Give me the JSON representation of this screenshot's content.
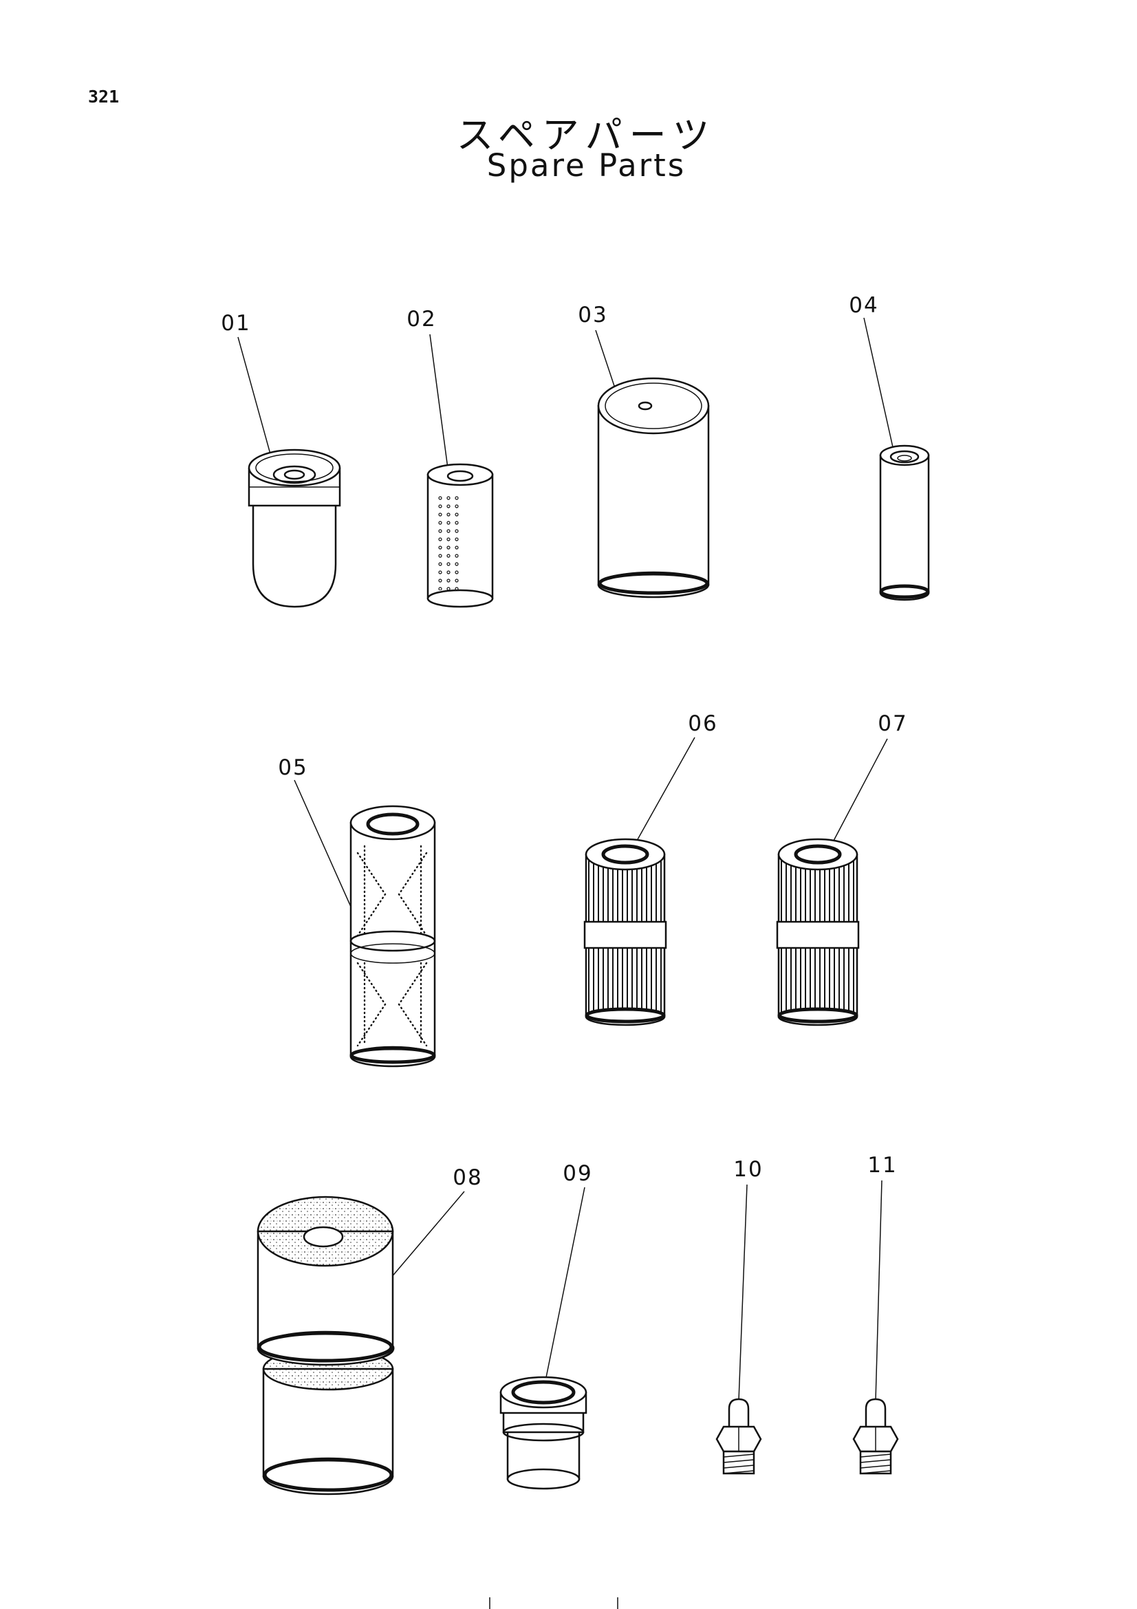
{
  "page": {
    "number": "321"
  },
  "title": {
    "japanese": "スペアパーツ",
    "english": "Spare Parts"
  },
  "callouts": [
    {
      "id": "01",
      "label": "01"
    },
    {
      "id": "02",
      "label": "02"
    },
    {
      "id": "03",
      "label": "03"
    },
    {
      "id": "04",
      "label": "04"
    },
    {
      "id": "05",
      "label": "05"
    },
    {
      "id": "06",
      "label": "06"
    },
    {
      "id": "07",
      "label": "07"
    },
    {
      "id": "08",
      "label": "08"
    },
    {
      "id": "09",
      "label": "09"
    },
    {
      "id": "10",
      "label": "10"
    },
    {
      "id": "11",
      "label": "11"
    }
  ]
}
